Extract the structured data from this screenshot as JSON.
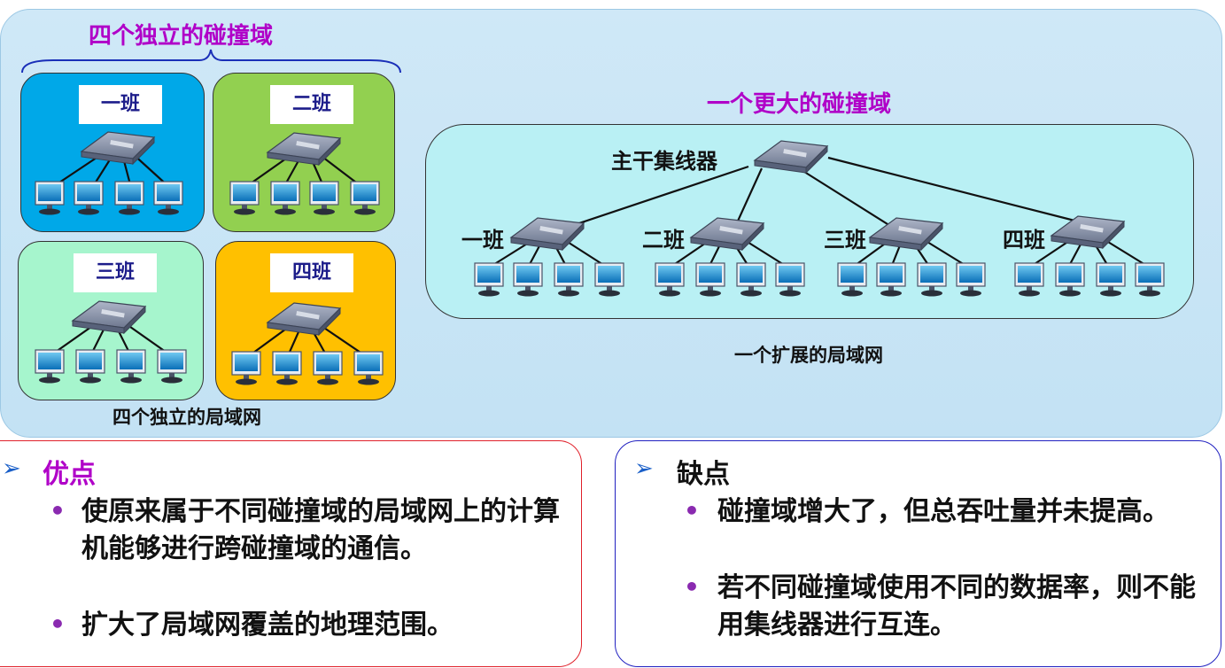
{
  "top": {
    "left_title": "四个独立的碰撞域",
    "left_caption": "四个独立的局域网",
    "right_title": "一个更大的碰撞域",
    "right_caption": "一个扩展的局域网"
  },
  "classes": [
    {
      "name": "一班",
      "color": "#00a8e8"
    },
    {
      "name": "二班",
      "color": "#92d050"
    },
    {
      "name": "三班",
      "color": "#a6f5cd"
    },
    {
      "name": "四班",
      "color": "#ffc000"
    }
  ],
  "extended": {
    "backbone_label": "主干集线器",
    "hub_labels": [
      "一班",
      "二班",
      "三班",
      "四班"
    ]
  },
  "pros": {
    "heading": "优点",
    "items": [
      "使原来属于不同碰撞域的局域网上的计算机能够进行跨碰撞域的通信。",
      "扩大了局域网覆盖的地理范围。"
    ]
  },
  "cons": {
    "heading": "缺点",
    "items": [
      "碰撞域增大了，但总吞吐量并未提高。",
      "若不同碰撞域使用不同的数据率，则不能用集线器进行互连。"
    ]
  },
  "colors": {
    "purple": "#b000c8",
    "bullet": "#8a2ab0",
    "arrow": "#1a5fc8",
    "pros_border": "#e0202a",
    "cons_border": "#2020c0"
  }
}
